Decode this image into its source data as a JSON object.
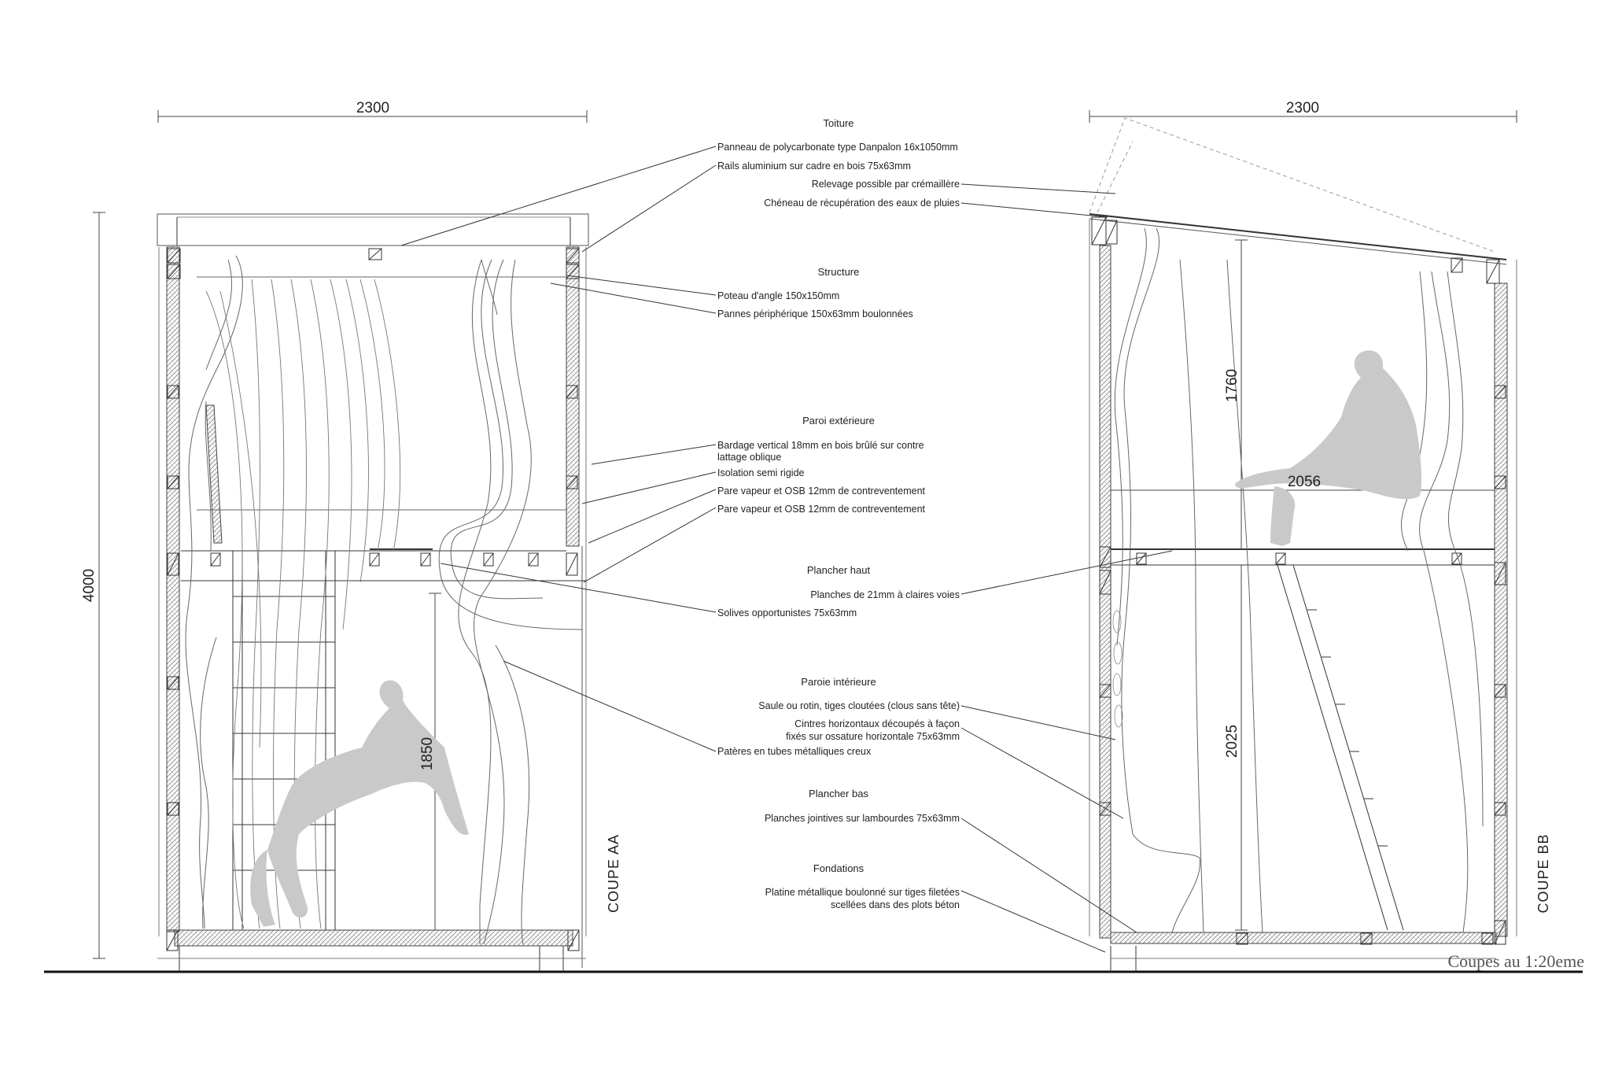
{
  "dimensions": {
    "width_aa": "2300",
    "width_bb": "2300",
    "height_total": "4000",
    "clear_low_aa": "1850",
    "clear_high_bb": "1760",
    "clear_low_bb": "2025",
    "depth_bb": "2056"
  },
  "sections": {
    "aa": "COUPE AA",
    "bb": "COUPE BB"
  },
  "scale_note": "Coupes au 1:20eme",
  "legend": {
    "toiture": {
      "heading": "Toiture",
      "items": [
        "Panneau de polycarbonate type Danpalon 16x1050mm",
        "Rails aluminium sur cadre en bois 75x63mm",
        "Relevage possible par crémaillère",
        "Chéneau de récupération des eaux de pluies"
      ]
    },
    "structure": {
      "heading": "Structure",
      "items": [
        "Poteau d'angle 150x150mm",
        "Pannes périphérique 150x63mm boulonnées"
      ]
    },
    "paroi_ext": {
      "heading": "Paroi extérieure",
      "items": [
        "Bardage vertical 18mm en bois brûlé sur contre",
        "lattage oblique",
        "Isolation semi rigide",
        "Pare vapeur et OSB 12mm de contreventement",
        "Pare vapeur et OSB 12mm de contreventement"
      ]
    },
    "plancher_haut": {
      "heading": "Plancher haut",
      "items": [
        "Planches de 21mm à claires voies",
        "Solives opportunistes 75x63mm"
      ]
    },
    "paroi_int": {
      "heading": "Paroie intérieure",
      "items": [
        "Saule ou rotin, tiges cloutées (clous sans tête)",
        "Cintres horizontaux découpés à façon",
        "fixés sur ossature horizontale 75x63mm",
        "Patères en tubes métalliques creux"
      ]
    },
    "plancher_bas": {
      "heading": "Plancher bas",
      "items": [
        "Planches jointives sur lambourdes 75x63mm"
      ]
    },
    "fondations": {
      "heading": "Fondations",
      "items": [
        "Platine métallique boulonné sur tiges filetées",
        "scellées dans des plots béton"
      ]
    }
  }
}
